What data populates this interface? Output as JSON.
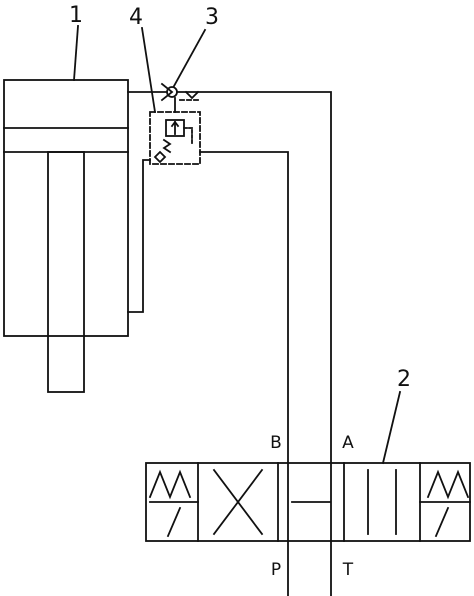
{
  "callouts": {
    "cylinder": "1",
    "directional_valve": "2",
    "check_valve": "3",
    "valve_block": "4"
  },
  "ports": {
    "b": "B",
    "a": "A",
    "p": "P",
    "t": "T"
  },
  "colors": {
    "line": "#111111",
    "background": "#ffffff"
  }
}
